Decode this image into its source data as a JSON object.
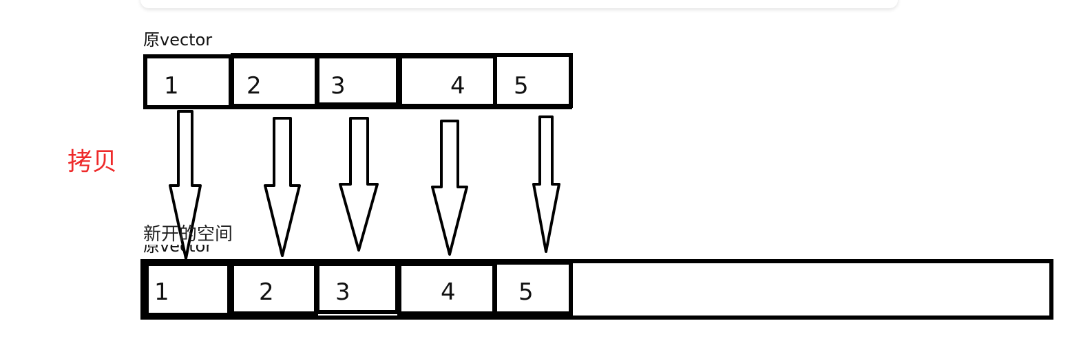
{
  "labels": {
    "original_vector": "原vector",
    "copy": "拷贝",
    "new_space": "新开的空间",
    "original_vector_partial": "原vector"
  },
  "original_cells": [
    "1",
    "2",
    "3",
    "4",
    "5"
  ],
  "new_cells": [
    "1",
    "2",
    "3",
    "4",
    "5"
  ],
  "colors": {
    "stroke": "#000000",
    "copy_label": "#ee2a2a",
    "text": "#111111"
  }
}
